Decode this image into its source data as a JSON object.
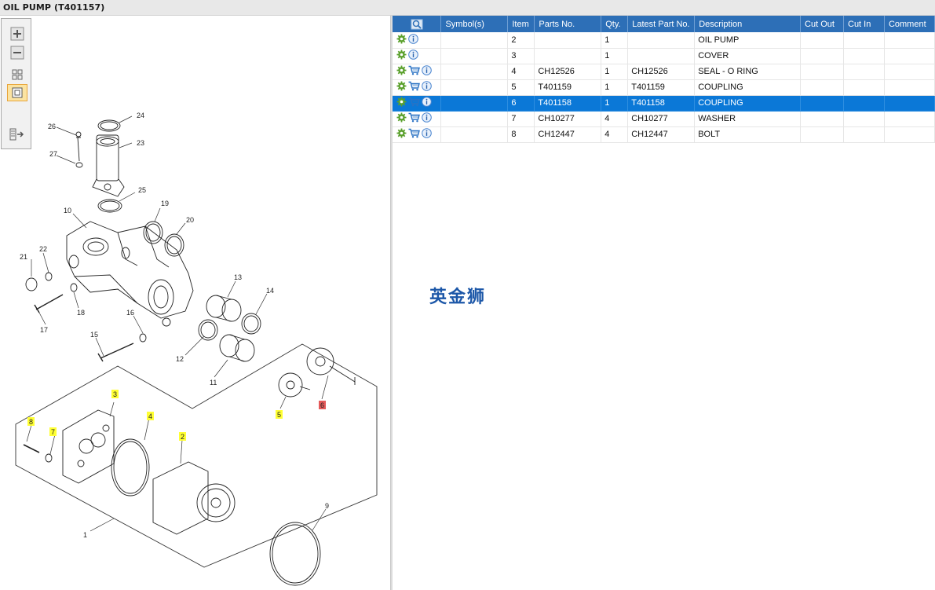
{
  "window": {
    "title": "OIL PUMP (T401157)"
  },
  "toolbox": {
    "tools": [
      {
        "name": "zoom-in-icon"
      },
      {
        "name": "zoom-out-icon"
      },
      {
        "name": "fit-all-icon"
      },
      {
        "name": "fit-window-icon",
        "active": true
      },
      {
        "name": "layout-toggle-icon"
      }
    ]
  },
  "drawing": {
    "callouts": [
      "1",
      "2",
      "3",
      "4",
      "5",
      "6",
      "7",
      "8",
      "9",
      "10",
      "11",
      "12",
      "13",
      "14",
      "15",
      "16",
      "17",
      "18",
      "19",
      "20",
      "21",
      "22",
      "23",
      "24",
      "25",
      "26",
      "27"
    ],
    "highlighted": [
      "2",
      "3",
      "4",
      "5",
      "7",
      "8"
    ],
    "selected": "6"
  },
  "watermark": "英金狮",
  "table": {
    "headers": [
      "",
      "Symbol(s)",
      "Item",
      "Parts No.",
      "Qty.",
      "Latest Part No.",
      "Description",
      "Cut Out",
      "Cut In",
      "Comment"
    ],
    "rows": [
      {
        "icons": [
          "gear-icon",
          "info-icon"
        ],
        "symbol": "",
        "item": "2",
        "part_no": "",
        "qty": "1",
        "latest": "",
        "desc": "OIL PUMP",
        "cut_out": "",
        "cut_in": "",
        "comment": ""
      },
      {
        "icons": [
          "gear-icon",
          "info-icon"
        ],
        "symbol": "",
        "item": "3",
        "part_no": "",
        "qty": "1",
        "latest": "",
        "desc": "COVER",
        "cut_out": "",
        "cut_in": "",
        "comment": ""
      },
      {
        "icons": [
          "gear-icon",
          "cart-icon",
          "info-icon"
        ],
        "symbol": "",
        "item": "4",
        "part_no": "CH12526",
        "qty": "1",
        "latest": "CH12526",
        "desc": "SEAL - O RING",
        "cut_out": "",
        "cut_in": "",
        "comment": ""
      },
      {
        "icons": [
          "gear-icon",
          "cart-icon",
          "info-icon"
        ],
        "symbol": "",
        "item": "5",
        "part_no": "T401159",
        "qty": "1",
        "latest": "T401159",
        "desc": "COUPLING",
        "cut_out": "",
        "cut_in": "",
        "comment": ""
      },
      {
        "icons": [
          "gear-icon",
          "cart-icon",
          "info-icon"
        ],
        "symbol": "",
        "item": "6",
        "part_no": "T401158",
        "qty": "1",
        "latest": "T401158",
        "desc": "COUPLING",
        "cut_out": "",
        "cut_in": "",
        "comment": "",
        "selected": true
      },
      {
        "icons": [
          "gear-icon",
          "cart-icon",
          "info-icon"
        ],
        "symbol": "",
        "item": "7",
        "part_no": "CH10277",
        "qty": "4",
        "latest": "CH10277",
        "desc": "WASHER",
        "cut_out": "",
        "cut_in": "",
        "comment": ""
      },
      {
        "icons": [
          "gear-icon",
          "cart-icon",
          "info-icon"
        ],
        "symbol": "",
        "item": "8",
        "part_no": "CH12447",
        "qty": "4",
        "latest": "CH12447",
        "desc": "BOLT",
        "cut_out": "",
        "cut_in": "",
        "comment": ""
      }
    ]
  },
  "colors": {
    "header_bg": "#2d6fb7",
    "selected_row": "#0b78d7",
    "highlight_yellow": "#ffff33",
    "highlight_red": "#e55a5a",
    "watermark": "#1c57a8"
  }
}
